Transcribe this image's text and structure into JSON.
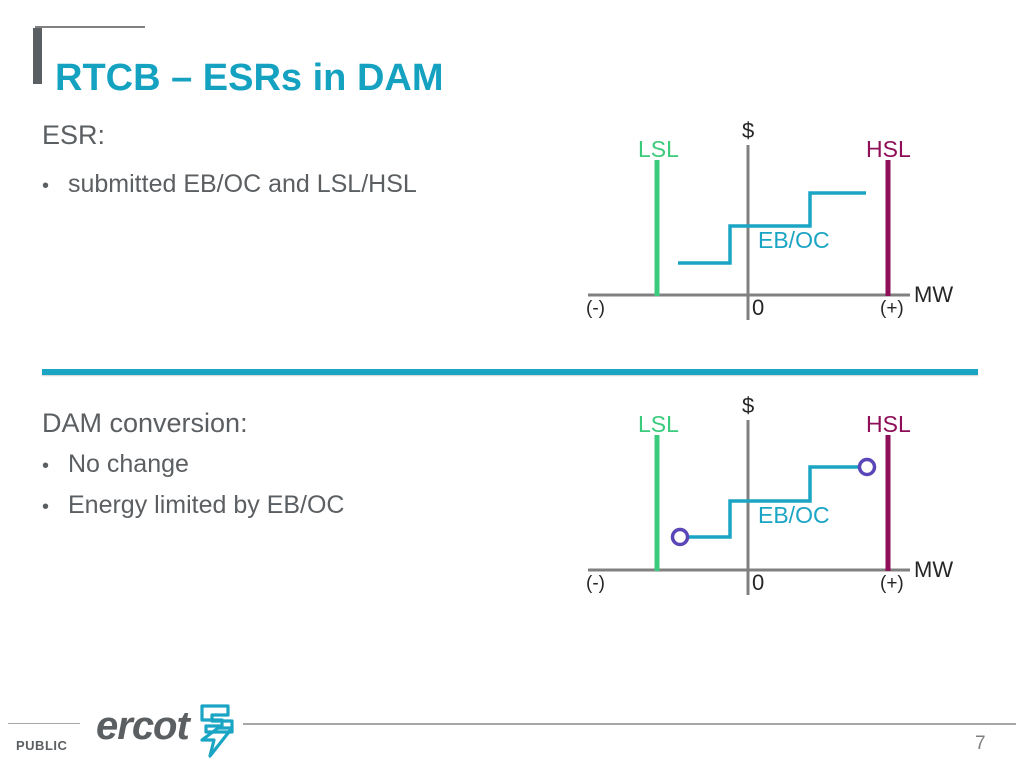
{
  "slide": {
    "title": "RTCB – ESRs in DAM",
    "page_number": "7",
    "confidentiality": "PUBLIC",
    "logo_wordmark": "ercot",
    "accent_color": "#14a2c0",
    "divider_color": "#1ba5c4",
    "text_color": "#5b5f62"
  },
  "sections": [
    {
      "heading": "ESR:",
      "bullets": [
        {
          "marker": "•",
          "text": "submitted EB/OC and LSL/HSL"
        }
      ]
    },
    {
      "heading": "DAM conversion:",
      "bullets": [
        {
          "marker": "•",
          "text": "No change"
        },
        {
          "marker": "•",
          "text": "Energy limited by EB/OC"
        }
      ]
    }
  ],
  "chart_data": [
    {
      "id": "esr-offer-curve",
      "type": "line",
      "title": "ESR submitted EB/OC with LSL/HSL",
      "xlabel": "MW",
      "ylabel": "$",
      "x_axis_labels": {
        "negative": "(-)",
        "origin": "0",
        "positive": "(+)"
      },
      "series": [
        {
          "name": "EB/OC",
          "style": "step",
          "color": "#1ba5c4",
          "endpoint_markers": false,
          "points": [
            {
              "x": -45,
              "y": 20
            },
            {
              "x": -10,
              "y": 20
            },
            {
              "x": -10,
              "y": 52
            },
            {
              "x": 38,
              "y": 52
            },
            {
              "x": 38,
              "y": 80
            },
            {
              "x": 86,
              "y": 80
            }
          ]
        }
      ],
      "reference_lines": [
        {
          "name": "LSL",
          "label": "LSL",
          "color": "#3bcb7d",
          "x": -75,
          "orientation": "vertical"
        },
        {
          "name": "HSL",
          "label": "HSL",
          "color": "#8e0e58",
          "x": 100,
          "orientation": "vertical"
        }
      ],
      "annotations": [
        {
          "text": "EB/OC",
          "color": "#1ba5c4"
        }
      ],
      "legend": "none",
      "grid": false
    },
    {
      "id": "dam-conversion-curve",
      "type": "line",
      "title": "DAM conversion – energy limited by EB/OC",
      "xlabel": "MW",
      "ylabel": "$",
      "x_axis_labels": {
        "negative": "(-)",
        "origin": "0",
        "positive": "(+)"
      },
      "series": [
        {
          "name": "EB/OC",
          "style": "step",
          "color": "#1ba5c4",
          "endpoint_markers": true,
          "marker_shape": "open-circle",
          "marker_color": "#5b46b8",
          "points": [
            {
              "x": -42,
              "y": 20
            },
            {
              "x": -10,
              "y": 20
            },
            {
              "x": -10,
              "y": 52
            },
            {
              "x": 38,
              "y": 52
            },
            {
              "x": 38,
              "y": 80
            },
            {
              "x": 82,
              "y": 80
            }
          ]
        }
      ],
      "reference_lines": [
        {
          "name": "LSL",
          "label": "LSL",
          "color": "#3bcb7d",
          "x": -75,
          "orientation": "vertical"
        },
        {
          "name": "HSL",
          "label": "HSL",
          "color": "#8e0e58",
          "x": 100,
          "orientation": "vertical"
        }
      ],
      "annotations": [
        {
          "text": "EB/OC",
          "color": "#1ba5c4"
        }
      ],
      "legend": "none",
      "grid": false
    }
  ]
}
